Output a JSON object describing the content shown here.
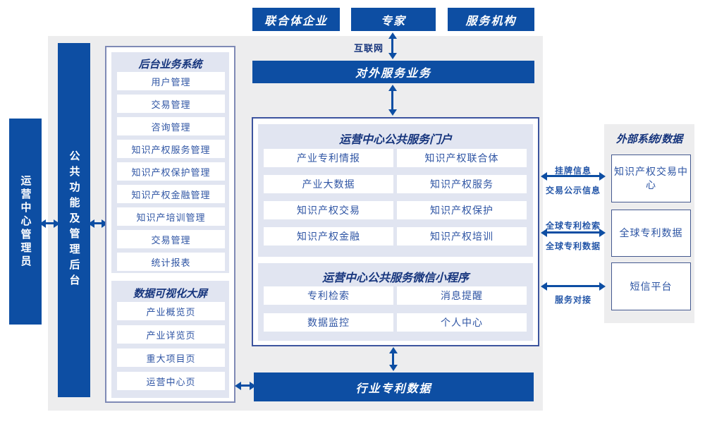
{
  "colors": {
    "primary_blue": "#0d4ea3",
    "panel_gray": "#ededee",
    "sub_panel_lavender": "#e1e5f1",
    "title_navy": "#16357d",
    "item_text_blue": "#2f55a4",
    "outline_border": "#7f8ab5"
  },
  "actors": {
    "items": [
      {
        "label": "联合体企业"
      },
      {
        "label": "专家"
      },
      {
        "label": "服务机构"
      }
    ]
  },
  "internet": {
    "label": "互联网"
  },
  "external_service": {
    "label": "对外服务业务"
  },
  "admin_bar": {
    "label": "运营中心管理员"
  },
  "backend_bar": {
    "label": "公共功能及管理后台"
  },
  "backend_system": {
    "title": "后台业务系统",
    "items": [
      {
        "label": "用户管理"
      },
      {
        "label": "交易管理"
      },
      {
        "label": "咨询管理"
      },
      {
        "label": "知识产权服务管理"
      },
      {
        "label": "知识产权保护管理"
      },
      {
        "label": "知识产权金融管理"
      },
      {
        "label": "知识产培训管理"
      },
      {
        "label": "交易管理"
      },
      {
        "label": "统计报表"
      }
    ]
  },
  "data_visualization": {
    "title": "数据可视化大屏",
    "items": [
      {
        "label": "产业概览页"
      },
      {
        "label": "产业详览页"
      },
      {
        "label": "重大项目页"
      },
      {
        "label": "运营中心页"
      }
    ]
  },
  "portal": {
    "title": "运营中心公共服务门户",
    "items": [
      {
        "label": "产业专利情报"
      },
      {
        "label": "知识产权联合体"
      },
      {
        "label": "产业大数据"
      },
      {
        "label": "知识产权服务"
      },
      {
        "label": "知识产权交易"
      },
      {
        "label": "知识产权保护"
      },
      {
        "label": "知识产权金融"
      },
      {
        "label": "知识产权培训"
      }
    ]
  },
  "mini_program": {
    "title": "运营中心公共服务微信小程序",
    "items": [
      {
        "label": "专利检索"
      },
      {
        "label": "消息提醒"
      },
      {
        "label": "数据监控"
      },
      {
        "label": "个人中心"
      }
    ]
  },
  "industry_data": {
    "label": "行业专利数据"
  },
  "external_systems": {
    "title": "外部系统/数据",
    "items": [
      {
        "label": "知识产权交易中心"
      },
      {
        "label": "全球专利数据"
      },
      {
        "label": "短信平台"
      }
    ]
  },
  "links": {
    "listing_top": "挂牌信息",
    "listing_bottom": "交易公示信息",
    "patent_top": "全球专利检索",
    "patent_bottom": "全球专利数据",
    "service_bottom": "服务对接"
  }
}
